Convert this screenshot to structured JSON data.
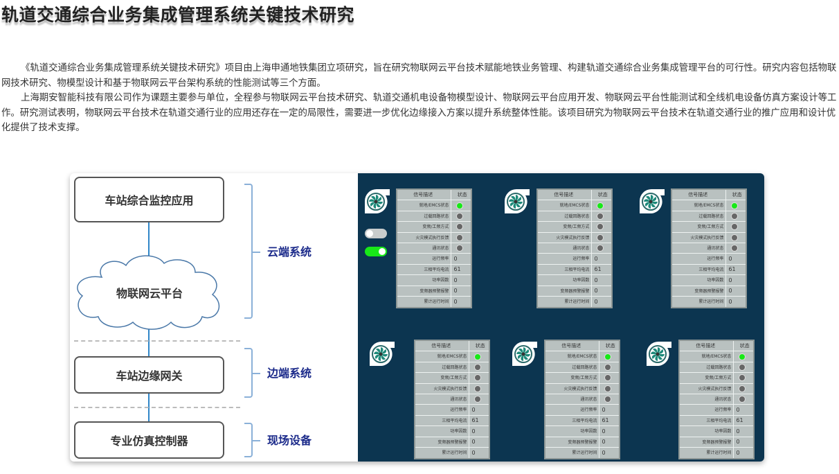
{
  "title": "轨道交通综合业务集成管理系统关键技术研究",
  "paragraphs": [
    "《轨道交通综合业务集成管理系统关键技术研究》项目由上海申通地铁集团立项研究，旨在研究物联网云平台技术赋能地铁业务管理、构建轨道交通综合业务集成管理平台的可行性。研究内容包括物联网技术研究、物模型设计和基于物联网云平台架构系统的性能测试等三个方面。",
    "上海期安智能科技有限公司作为课题主要参与单位，全程参与物联网云平台技术研究、轨道交通机电设备物模型设计、物联网云平台应用开发、物联网云平台性能测试和全线机电设备仿真方案设计等工作。研究测试表明，物联网云平台技术在轨道交通行业的应用还存在一定的局限性，需要进一步优化边缘接入方案以提升系统整体性能。该项目研究为物联网云平台技术在轨道交通行业的推广应用和设计优化提供了技术支撑。"
  ],
  "diagram": {
    "nodes": [
      "车站综合监控应用",
      "物联网云平台",
      "车站边缘网关",
      "专业仿真控制器"
    ],
    "layers": [
      "云端系统",
      "边端系统",
      "现场设备"
    ]
  },
  "monitor": {
    "header": [
      "信号描述",
      "状态"
    ],
    "rows": [
      {
        "label": "就地/EMCS状态",
        "led": "on"
      },
      {
        "label": "过载回路状态",
        "led": "off"
      },
      {
        "label": "变频/工频方式",
        "led": "off"
      },
      {
        "label": "火灾模式执行反馈",
        "led": "off"
      },
      {
        "label": "通讯状态",
        "led": "off"
      },
      {
        "label": "运行频率",
        "value": "0"
      },
      {
        "label": "三相平均电流",
        "value": "61"
      },
      {
        "label": "功率因数",
        "value": "0"
      },
      {
        "label": "变频器预警报警",
        "value": "0"
      },
      {
        "label": "累计运行时间",
        "value": "0"
      }
    ],
    "panel_count": 6,
    "colors": {
      "led_on": "#18e818",
      "led_off": "#666666",
      "background": "#0c3550"
    },
    "toggles": [
      {
        "state": "off"
      },
      {
        "state": "on"
      }
    ]
  }
}
